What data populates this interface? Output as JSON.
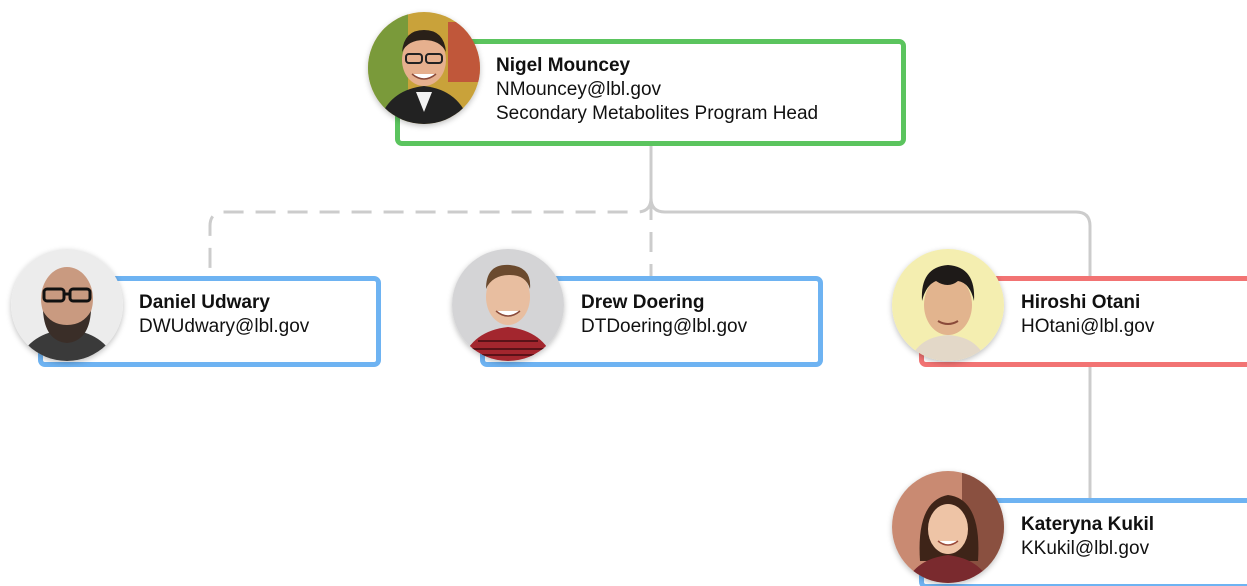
{
  "colors": {
    "head_border": "#5bc45e",
    "member_border": "#6eb3f2",
    "highlight_border": "#f27373",
    "connector": "#cccccc"
  },
  "nodes": {
    "nigel": {
      "name": "Nigel Mouncey",
      "email": "NMouncey@lbl.gov",
      "title": "Secondary Metabolites Program Head",
      "avatar": "avatar-photo-icon"
    },
    "daniel": {
      "name": "Daniel Udwary",
      "email": "DWUdwary@lbl.gov",
      "avatar": "avatar-photo-icon"
    },
    "drew": {
      "name": "Drew Doering",
      "email": "DTDoering@lbl.gov",
      "avatar": "avatar-photo-icon"
    },
    "hiroshi": {
      "name": "Hiroshi Otani",
      "email": "HOtani@lbl.gov",
      "avatar": "avatar-photo-icon"
    },
    "kateryna": {
      "name": "Kateryna Kukil",
      "email": "KKukil@lbl.gov",
      "avatar": "avatar-photo-icon"
    }
  }
}
